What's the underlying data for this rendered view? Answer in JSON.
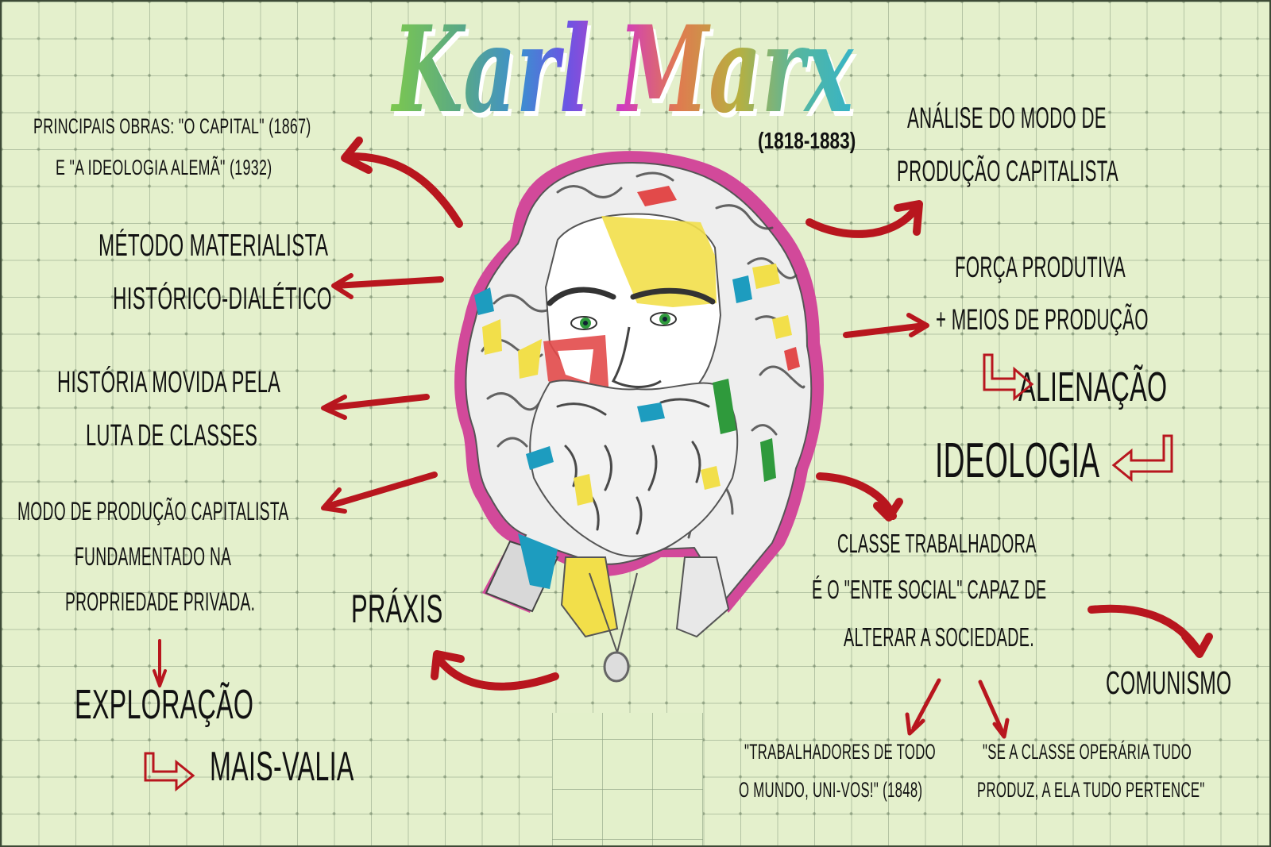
{
  "title": {
    "first": "Karl",
    "last": "Marx",
    "years": "(1818-1883)",
    "gradient_colors": [
      "#8ccf4c",
      "#3fa0c8",
      "#6a5ae0",
      "#d63cb8",
      "#e0824a",
      "#b9b340",
      "#3cb8c0"
    ]
  },
  "left": {
    "obras": {
      "line1": "Principais obras: \"O Capital\" (1867)",
      "line2": "E \"A Ideologia Alemã\" (1932)"
    },
    "metodo": {
      "line1": "Método materialista",
      "line2": "histórico-dialético"
    },
    "historia": {
      "line1": "História movida pela",
      "line2": "luta de classes"
    },
    "modo": {
      "line1": "Modo de produção capitalista",
      "line2": "fundamentado na",
      "line3": "propriedade privada."
    },
    "exploracao": "Exploração",
    "mais_valia": "Mais-valia",
    "praxis": "Práxis"
  },
  "right": {
    "analise": {
      "line1": "Análise do modo de",
      "line2": "produção capitalista"
    },
    "forca": {
      "line1": "Força produtiva",
      "line2": "+ meios de produção"
    },
    "alienacao": "Alienação",
    "ideologia": "Ideologia",
    "classe": {
      "line1": "Classe trabalhadora",
      "line2": "é o \"ente social\" capaz de",
      "line3": "alterar a sociedade."
    },
    "comunismo": "Comunismo",
    "quote1": {
      "line1": "\"Trabalhadores de todo",
      "line2": "o mundo, uni-vos!\" (1848)"
    },
    "quote2": {
      "line1": "\"Se a classe operária tudo",
      "line2": "produz, a ela tudo pertence\""
    }
  },
  "colors": {
    "background": "#e4f0cc",
    "grid": "#9fb08c",
    "arrow_red": "#b8161e",
    "text": "#111111",
    "portrait_outline": "#d2499a",
    "accent_yellow": "#f2df4a",
    "accent_blue": "#1d9cbf",
    "accent_red": "#e24a4a",
    "accent_green": "#2f9a3c"
  },
  "icons": {
    "arrows": "red-hand-drawn-arrow-icon",
    "hook_arrows": "red-outline-hook-arrow-icon",
    "portrait": "karl-marx-portrait-illustration"
  }
}
